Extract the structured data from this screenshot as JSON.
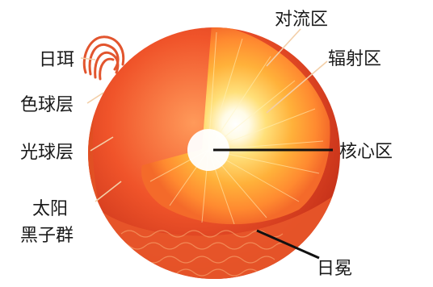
{
  "labels": {
    "corona": "日珥",
    "chromosphere": "色球层",
    "photosphere": "光球层",
    "sunspots_line1": "太阳",
    "sunspots_line2": "黑子群",
    "convection_zone": "对流区",
    "radiative_zone": "辐射区",
    "core": "核心区",
    "granulation": "日冕"
  },
  "colors": {
    "outer_surface": "#f0542a",
    "photosphere_band": "#e0451f",
    "convection": "#f46a2a",
    "radiative": "#ffb13a",
    "core": "#ffffff",
    "prominence": "#e2552e"
  }
}
